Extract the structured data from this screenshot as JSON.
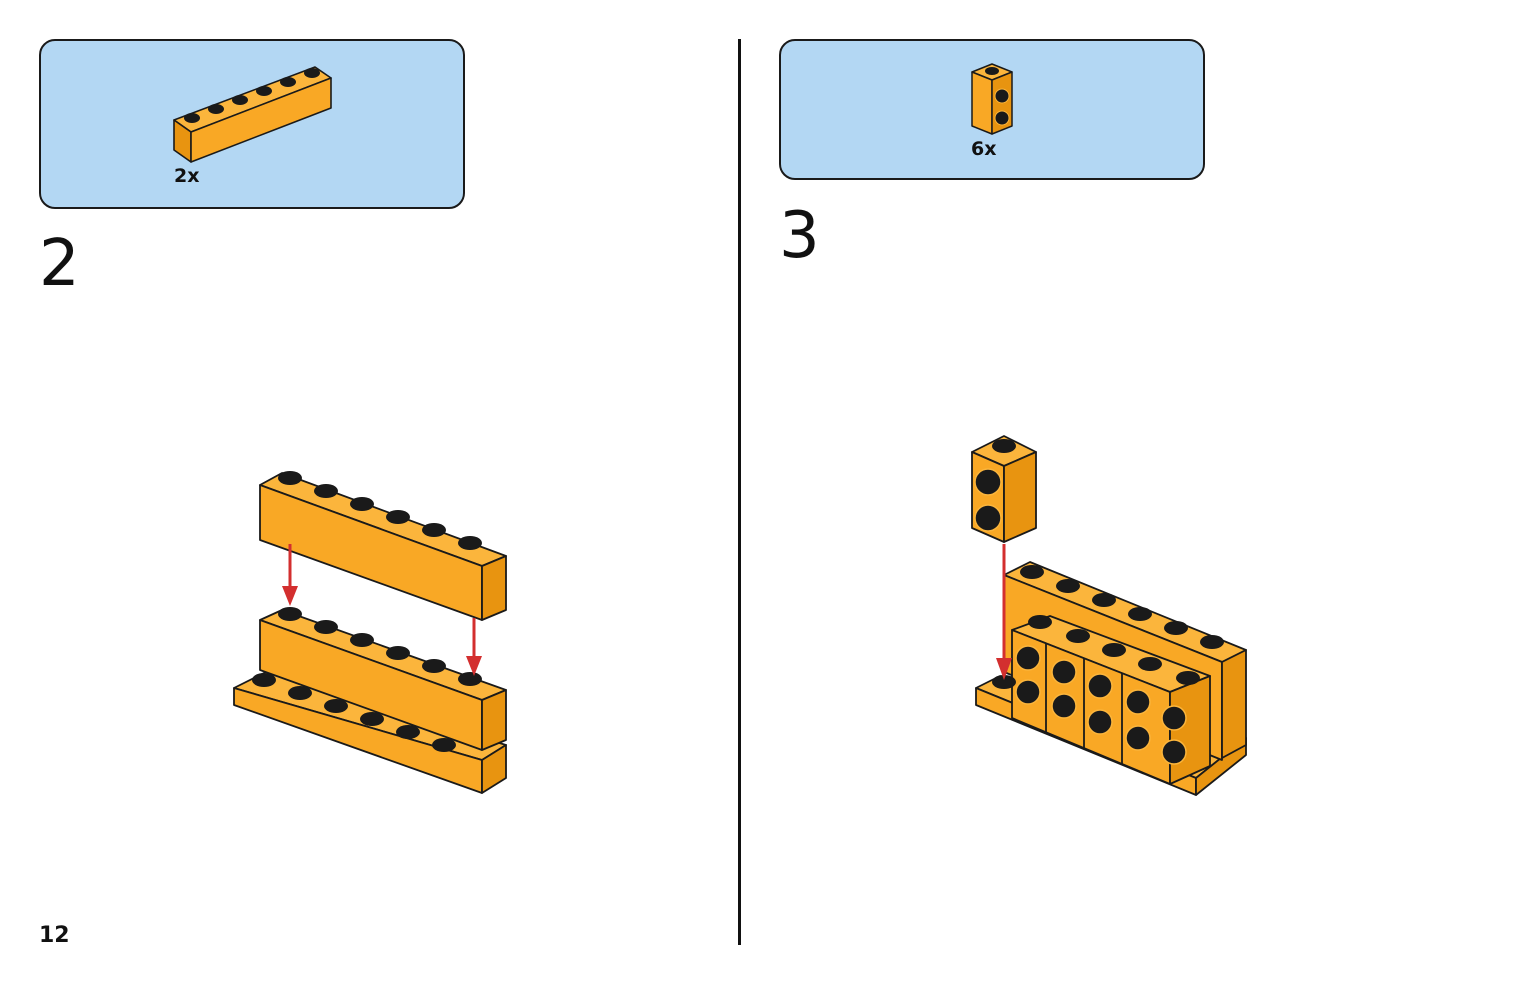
{
  "page": {
    "number": "12"
  },
  "steps": [
    {
      "number": "2",
      "part": {
        "quantity": "2x",
        "icon": "brick-1x6-icon",
        "color": "#f9a825"
      }
    },
    {
      "number": "3",
      "part": {
        "quantity": "6x",
        "icon": "brick-1x1-side-studs-icon",
        "color": "#f9a825"
      }
    }
  ],
  "colors": {
    "parts_background": "#b3d7f3",
    "brick_front": "#f9a825",
    "brick_top": "#fbb53c",
    "brick_side": "#e89410",
    "arrow": "#d32f2f",
    "outline": "#1a1a1a"
  }
}
